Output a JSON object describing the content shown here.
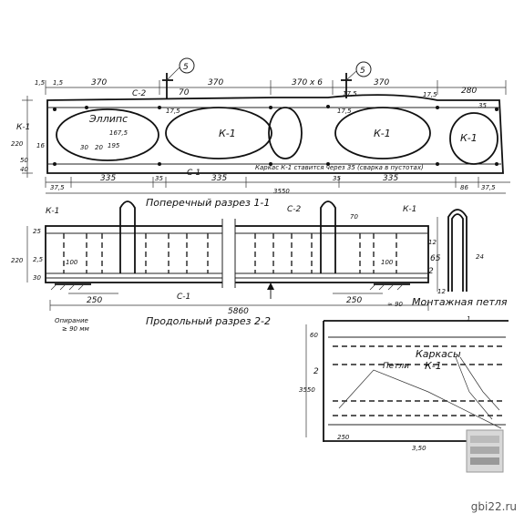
{
  "section_1_1": {
    "title": "Поперечный разрез 1-1",
    "top_dims": [
      "370",
      "370",
      "370 х 6",
      "370",
      "280"
    ],
    "left_dims": [
      "1,5",
      "1,5",
      "220",
      "50",
      "40",
      "16"
    ],
    "bottom_dims": [
      "37,5",
      "335",
      "35",
      "335",
      "35",
      "335",
      "86",
      "37,5"
    ],
    "total_width": "3550",
    "callouts": [
      "5",
      "5"
    ],
    "labels": {
      "ellipse": "Эллипс",
      "k1_left": "К-1",
      "c2": "С-2",
      "c1": "С-1",
      "k1_mid": "К-1",
      "k1_right": "К-1",
      "k1_far": "К-1",
      "d70": "70"
    },
    "small_dims": [
      "167,5",
      "195",
      "30",
      "20",
      "17,5",
      "17,5",
      "17,5",
      "17,5",
      "35"
    ],
    "note": "Каркас К-1 ставится через 35 (сварка в пустотах)"
  },
  "section_2_2": {
    "title": "Продольный разрез 2-2",
    "labels": {
      "k1_left": "К-1",
      "c2": "С-2",
      "k1_right": "К-1",
      "c1": "С-1",
      "d70": "70"
    },
    "dims": {
      "left_h": "220",
      "d25a": "25",
      "d25b": "2,5",
      "d30": "30",
      "d100a": "100",
      "d100b": "100",
      "d250a": "250",
      "d250b": "250",
      "length": "5860",
      "d90": "≈ 90"
    },
    "support_label": "Опирание",
    "support_value": "≥ 90 мм"
  },
  "loop": {
    "title": "Монтажная петля",
    "dims": [
      "12",
      "65",
      "24",
      "12",
      "2",
      "1"
    ]
  },
  "plan": {
    "dims": {
      "top": "60",
      "height": "3550",
      "bottom": "250",
      "mid": "2",
      "bot_width": "3,50"
    },
    "labels": {
      "loops": "Петли",
      "frames": "Каркасы",
      "frame_k": "К-1"
    }
  },
  "watermark": "gbi22.ru"
}
